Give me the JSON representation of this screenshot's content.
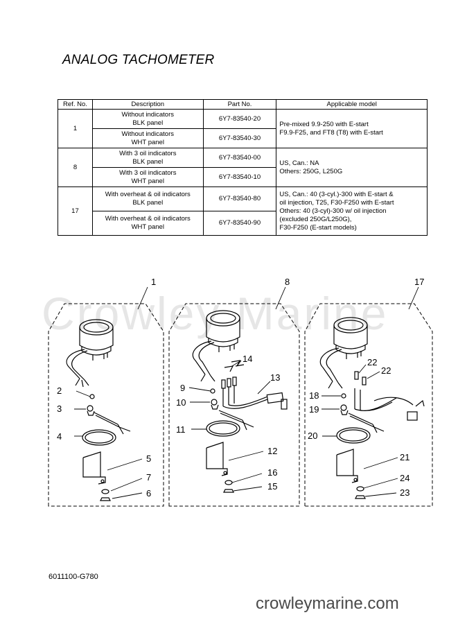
{
  "title": "ANALOG TACHOMETER",
  "table": {
    "headers": [
      "Ref. No.",
      "Description",
      "Part No.",
      "Applicable model"
    ],
    "groups": [
      {
        "ref": "1",
        "rows": [
          {
            "desc1": "Without indicators",
            "desc2": "BLK panel",
            "part": "6Y7-83540-20"
          },
          {
            "desc1": "Without indicators",
            "desc2": "WHT panel",
            "part": "6Y7-83540-30"
          }
        ],
        "model": [
          "Pre-mixed 9.9-250 with E-start",
          "F9.9-F25, and FT8 (T8) with E-start"
        ]
      },
      {
        "ref": "8",
        "rows": [
          {
            "desc1": "With 3 oil indicators",
            "desc2": "BLK panel",
            "part": "6Y7-83540-00"
          },
          {
            "desc1": "With 3 oil indicators",
            "desc2": "WHT panel",
            "part": "6Y7-83540-10"
          }
        ],
        "model": [
          "US, Can.: NA",
          "Others:  250G, L250G"
        ]
      },
      {
        "ref": "17",
        "rows": [
          {
            "desc1": "With overheat & oil indicators",
            "desc2": "BLK panel",
            "part": "6Y7-83540-80"
          },
          {
            "desc1": "With overheat & oil indicators",
            "desc2": "WHT panel",
            "part": "6Y7-83540-90"
          }
        ],
        "model": [
          "US, Can.: 40 (3-cyl.)-300 with E-start &",
          "oil injection, T25, F30-F250 with E-start",
          "Others:  40 (3-cyl)-300 w/ oil injection",
          "(excluded 250G/L250G),",
          "F30-F250 (E-start models)"
        ]
      }
    ]
  },
  "watermark": "Crowley Marine",
  "callouts": {
    "c1": "1",
    "c2": "2",
    "c3": "3",
    "c4": "4",
    "c5": "5",
    "c6": "6",
    "c7": "7",
    "c8": "8",
    "c9": "9",
    "c10": "10",
    "c11": "11",
    "c12": "12",
    "c13": "13",
    "c14": "14",
    "c15": "15",
    "c16": "16",
    "c17": "17",
    "c18": "18",
    "c19": "19",
    "c20": "20",
    "c21": "21",
    "c22a": "22",
    "c22b": "22",
    "c23": "23",
    "c24": "24"
  },
  "drawing_code": "6011100-G780",
  "site": "crowleymarine.com"
}
